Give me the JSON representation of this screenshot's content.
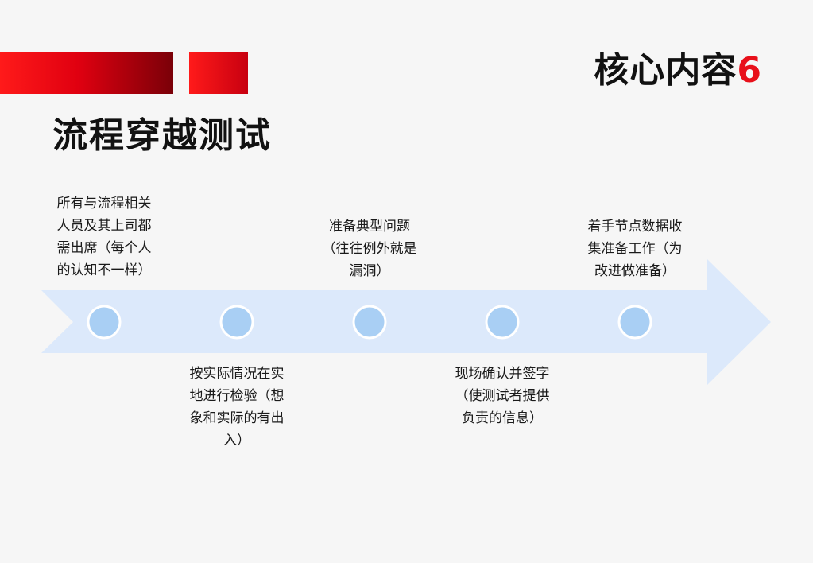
{
  "header": {
    "corner_title": "核心内容",
    "corner_number": "6",
    "title": "流程穿越测试"
  },
  "colors": {
    "accent": "#e8101a",
    "arrow_fill": "#dce9fb",
    "node_fill": "#a9cff4",
    "node_stroke": "#ffffff"
  },
  "timeline": {
    "steps": [
      {
        "lines": [
          "所有与流程相关",
          "人员及其上司都",
          "需出席（每个人",
          "的认知不一样）"
        ]
      },
      {
        "lines": [
          "按实际情况在实",
          "地进行检验（想",
          "象和实际的有出",
          "入）"
        ]
      },
      {
        "lines": [
          "准备典型问题",
          "（往往例外就是",
          "漏洞）"
        ]
      },
      {
        "lines": [
          "现场确认并签字",
          "（使测试者提供",
          "负责的信息）"
        ]
      },
      {
        "lines": [
          "着手节点数据收",
          "集准备工作（为",
          "改进做准备）"
        ]
      }
    ]
  }
}
